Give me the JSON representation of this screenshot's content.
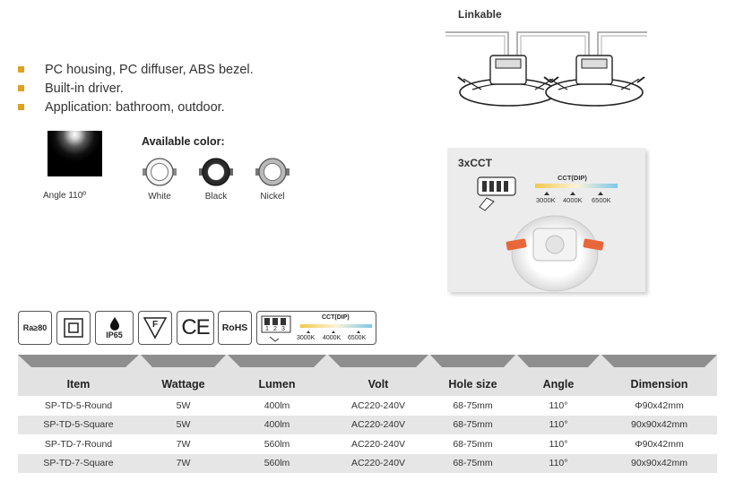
{
  "features": [
    "PC housing, PC diffuser, ABS bezel.",
    "Built-in driver.",
    "Application: bathroom, outdoor."
  ],
  "beam": {
    "label": "Angle 110º"
  },
  "colors": {
    "title": "Available color:",
    "options": [
      {
        "label": "White",
        "ring": "#ffffff"
      },
      {
        "label": "Black",
        "ring": "#2a2a2a"
      },
      {
        "label": "Nickel",
        "ring": "#b8b8b8"
      }
    ]
  },
  "linkable": {
    "title": "Linkable"
  },
  "cct_card": {
    "title": "3xCCT",
    "dip_label": "CCT(DIP)",
    "temps": [
      "3000K",
      "4000K",
      "6500K"
    ]
  },
  "certs": {
    "cri": "Ra≥80",
    "ip": "IP65",
    "f_mark": "F",
    "ce": "CE",
    "rohs": "RoHS",
    "dip_label": "CCT(DIP)",
    "dip_numbers": [
      "1",
      "2",
      "3"
    ],
    "temps": [
      "3000K",
      "4000K",
      "6500K"
    ]
  },
  "table": {
    "headers": [
      "Item",
      "Wattage",
      "Lumen",
      "Volt",
      "Hole size",
      "Angle",
      "Dimension"
    ],
    "rows": [
      [
        "SP-TD-5-Round",
        "5W",
        "400lm",
        "AC220-240V",
        "68-75mm",
        "110°",
        "Φ90x42mm"
      ],
      [
        "SP-TD-5-Square",
        "5W",
        "400lm",
        "AC220-240V",
        "68-75mm",
        "110°",
        "90x90x42mm"
      ],
      [
        "SP-TD-7-Round",
        "7W",
        "560lm",
        "AC220-240V",
        "68-75mm",
        "110°",
        "Φ90x42mm"
      ],
      [
        "SP-TD-7-Square",
        "7W",
        "560lm",
        "AC220-240V",
        "68-75mm",
        "110°",
        "90x90x42mm"
      ]
    ]
  },
  "accent": "#e0a021"
}
